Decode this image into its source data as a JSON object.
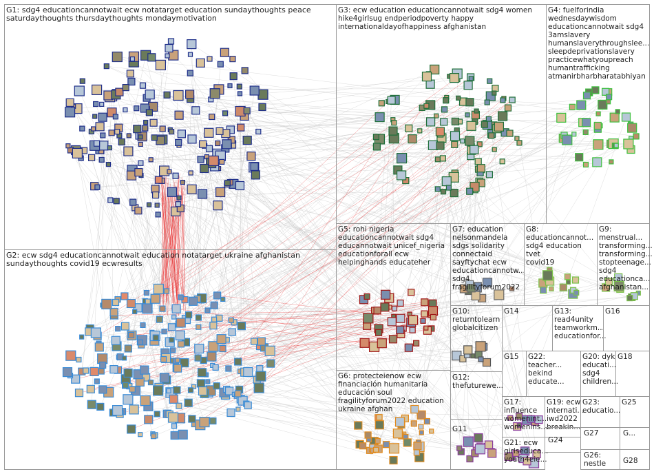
{
  "groups": [
    {
      "id": "G1",
      "label": "G1: sdg4 educationcannotwait ecw notatarget education sundaythoughts peace\nsaturdaythoughts thursdaythoughts mondaymotivation",
      "color": "#1f2f8a"
    },
    {
      "id": "G2",
      "label": "G2: ecw sdg4 educationcannotwait education notatarget ukraine afghanistan\nsundaythoughts covid19 ecwresults",
      "color": "#3a8bd6"
    },
    {
      "id": "G3",
      "label": "G3: ecw education educationcannotwait sdg4 women\nhike4girlsug endperiodpoverty happy\ninternationaldayofhappiness afghanistan",
      "color": "#1f6f3a"
    },
    {
      "id": "G4",
      "label": "G4: fuelforindia\nwednesdaywisdom\neducationcannotwait sdg4\n3amslavery\nhumanslaverythroughslee...\nsleepdeprivationslavery\npracticewhatyoupreach\nhumantrafficking\natmanirbharbharatabhiyan",
      "color": "#3cbf3c"
    },
    {
      "id": "G5",
      "label": "G5: rohi nigeria\neducationcannotwait sdg4\neducannotwait unicef_nigeria\neducationforall ecw\nhelpinghands educateher",
      "color": "#a01818"
    },
    {
      "id": "G6",
      "label": "G6: protecteienow ecw\nfinanciación humanitaria\neducación soul\nfragilityforum2022 education\nukraine afghan",
      "color": "#e08a1e"
    },
    {
      "id": "G7",
      "label": "G7: education\nnelsonmandela\nsdgs solidarity\nconnectaid\nsayftychat ecw\neducationcannotw...\nsdg4\nfragilityforum2022",
      "color": "#666666"
    },
    {
      "id": "G8",
      "label": "G8: educationcannot...\nsdg4 education tvet\ncovid19",
      "color": "#7ac04a"
    },
    {
      "id": "G9",
      "label": "G9: menstrual...\ntransforming...\ntransforming...\nstopteenage...\nsdg4\neducationca...\nafghanistan...",
      "color": "#7ac04a"
    },
    {
      "id": "G10",
      "label": "G10:\nreturntolearn\nglobalcitizen",
      "color": "#555555"
    },
    {
      "id": "G11",
      "label": "G11",
      "color": "#8a3c9c"
    },
    {
      "id": "G12",
      "label": "G12:\nthefuturewe...",
      "color": "#555555"
    },
    {
      "id": "G13",
      "label": "G13:\nread4unity\nteamworkm...\neducationfor...",
      "color": "#555555"
    },
    {
      "id": "G14",
      "label": "G14",
      "color": "#555555"
    },
    {
      "id": "G15",
      "label": "G15",
      "color": "#555555"
    },
    {
      "id": "G16",
      "label": "G16",
      "color": "#555555"
    },
    {
      "id": "G17",
      "label": "G17:\ninfluence\nwomenint...\nwomenins...",
      "color": "#8a3c9c"
    },
    {
      "id": "G18",
      "label": "G18",
      "color": "#555555"
    },
    {
      "id": "G19",
      "label": "G19: ecw\ninternati...\niwd2022\nbreakin...",
      "color": "#555555"
    },
    {
      "id": "G20",
      "label": "G20: dyk\neducati...\nsdg4\nchildren...",
      "color": "#555555"
    },
    {
      "id": "G21",
      "label": "G21: ecw\ngirlseduca...\nyouth4eie...",
      "color": "#8a3c9c"
    },
    {
      "id": "G22",
      "label": "G22:\nteacher...\nbekind\neducate...",
      "color": "#555555"
    },
    {
      "id": "G23",
      "label": "G23:\neducatio...",
      "color": "#555555"
    },
    {
      "id": "G24",
      "label": "G24",
      "color": "#555555"
    },
    {
      "id": "G25",
      "label": "G25",
      "color": "#555555"
    },
    {
      "id": "G26",
      "label": "G26:\nnestle",
      "color": "#555555"
    },
    {
      "id": "G27",
      "label": "G27",
      "color": "#555555"
    },
    {
      "id": "G28",
      "label": "G28",
      "color": "#555555"
    },
    {
      "id": "G29",
      "label": "G...",
      "color": "#555555"
    }
  ],
  "colors": {
    "edge": "#c8c8c8",
    "highlight_edge": "#e83030",
    "box_border": "#9a9a9a",
    "background": "#ffffff"
  }
}
